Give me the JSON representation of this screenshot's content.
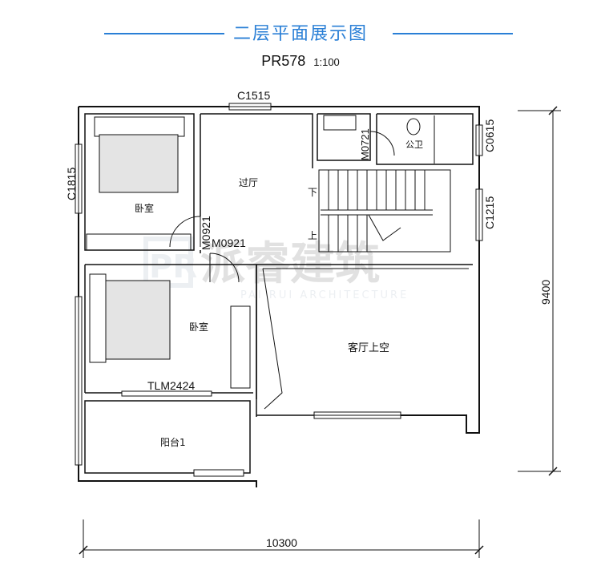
{
  "header": {
    "title": "二层平面展示图",
    "code": "PR578",
    "scale": "1:100"
  },
  "watermark": {
    "cn": "派睿建筑",
    "en": "PAI RUI ARCHITECTURE",
    "logo": "PR"
  },
  "rooms": {
    "bedroom_top": "卧室",
    "hall": "过厅",
    "bedroom_main": "卧室",
    "living_void": "客厅上空",
    "balcony": "阳台1",
    "toilet": "公卫"
  },
  "labels": {
    "window_c1515": "C1515",
    "window_c1815": "C1815",
    "window_c0615": "C0615",
    "window_c1215": "C1215",
    "door_m0921_a": "M0921",
    "door_m0921_b": "M0921",
    "door_m0721": "M0721",
    "door_tlm2424": "TLM2424",
    "stair_down": "下",
    "stair_up": "上"
  },
  "dimensions": {
    "width": "10300",
    "height": "9400"
  },
  "colors": {
    "accent": "#2a7fd6",
    "wall": "#111111"
  }
}
